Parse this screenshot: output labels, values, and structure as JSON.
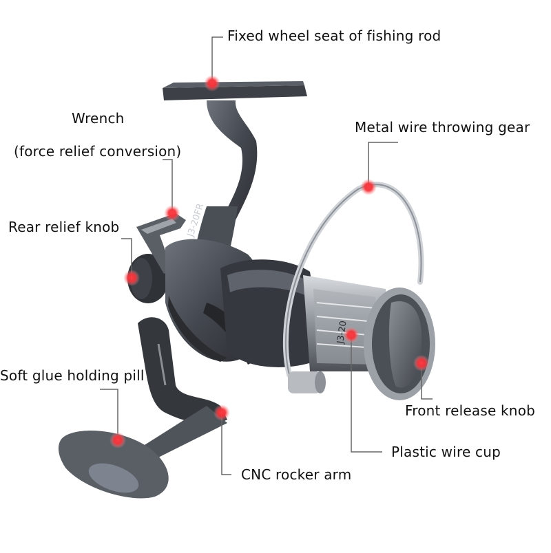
{
  "labels": {
    "fixed_wheel_seat": "Fixed wheel seat of fishing rod",
    "wrench_line1": "Wrench",
    "wrench_line2": "(force relief conversion)",
    "metal_wire": "Metal wire throwing gear",
    "rear_relief": "Rear relief knob",
    "soft_glue": "Soft glue holding pill",
    "front_release": "Front release knob",
    "plastic_wire_cup": "Plastic wire cup",
    "cnc_rocker": "CNC rocker arm"
  },
  "reel_markings": {
    "model": "J3-20FR",
    "spool_text": "J3-20"
  },
  "colors": {
    "marker": "#e8202a",
    "leader": "#666666",
    "body_dark": "#3b3e44",
    "body_mid": "#5c6068",
    "metal_light": "#c9ccd1"
  }
}
